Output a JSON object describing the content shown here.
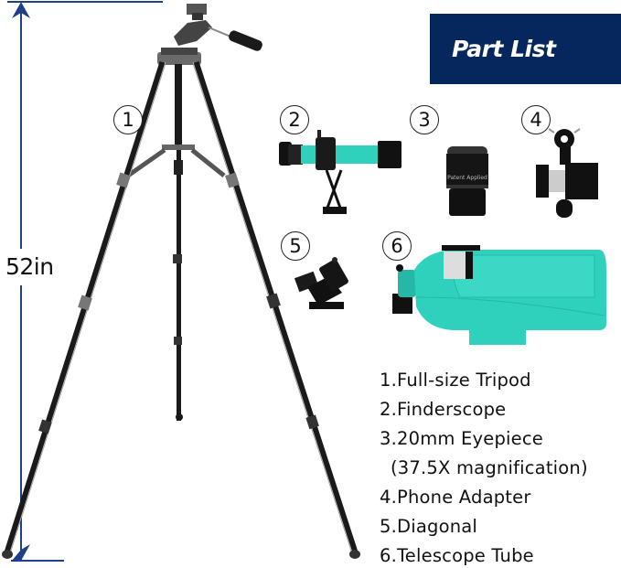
{
  "banner": {
    "title": "Part List",
    "background_color": "#06275e",
    "text_color": "#ffffff"
  },
  "dimension": {
    "label": "52in",
    "line_color": "#1f3f8a"
  },
  "callouts": [
    {
      "number": "1",
      "part": "tripod"
    },
    {
      "number": "2",
      "part": "finderscope"
    },
    {
      "number": "3",
      "part": "eyepiece"
    },
    {
      "number": "4",
      "part": "phone-adapter"
    },
    {
      "number": "5",
      "part": "diagonal"
    },
    {
      "number": "6",
      "part": "telescope-tube"
    }
  ],
  "parts_list": [
    {
      "text": "1.Full-size Tripod"
    },
    {
      "text": "2.Finderscope"
    },
    {
      "text": "3.20mm Eyepiece"
    },
    {
      "text": "(37.5X magnification)",
      "continuation": true
    },
    {
      "text": "4.Phone Adapter"
    },
    {
      "text": "5.Diagonal"
    },
    {
      "text": "6.Telescope Tube"
    }
  ],
  "product_colors": {
    "accent_teal": "#2fd1bd",
    "tripod_black": "#1a1a1a",
    "metal_gray": "#8a8a8a"
  },
  "eyepiece_label": "Patent Applied"
}
